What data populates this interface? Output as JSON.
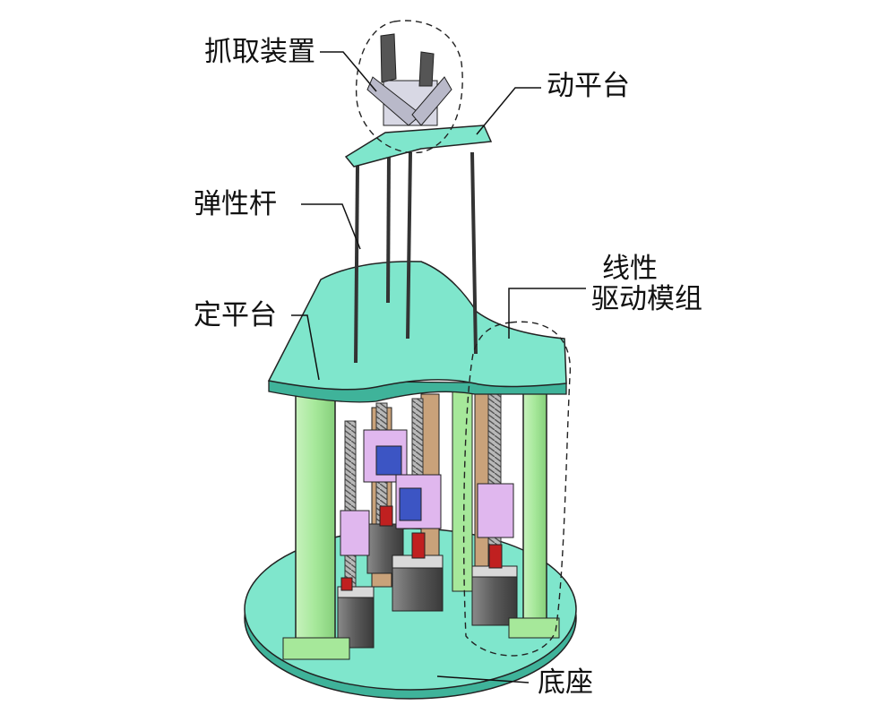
{
  "labels": {
    "gripper": "抓取装置",
    "moving_platform": "动平台",
    "elastic_rod": "弹性杆",
    "linear_module_line1": "线性",
    "linear_module_line2": "驱动模组",
    "fixed_platform": "定平台",
    "base": "底座"
  },
  "colors": {
    "platform": "#7fe6cc",
    "post": "#a6e89a",
    "slider": "#e0b7ee",
    "motor": "#5b5b5b",
    "rail": "#c9a27a",
    "plate": "#3c55c4",
    "coupling": "#c02020",
    "outline": "#222222"
  }
}
